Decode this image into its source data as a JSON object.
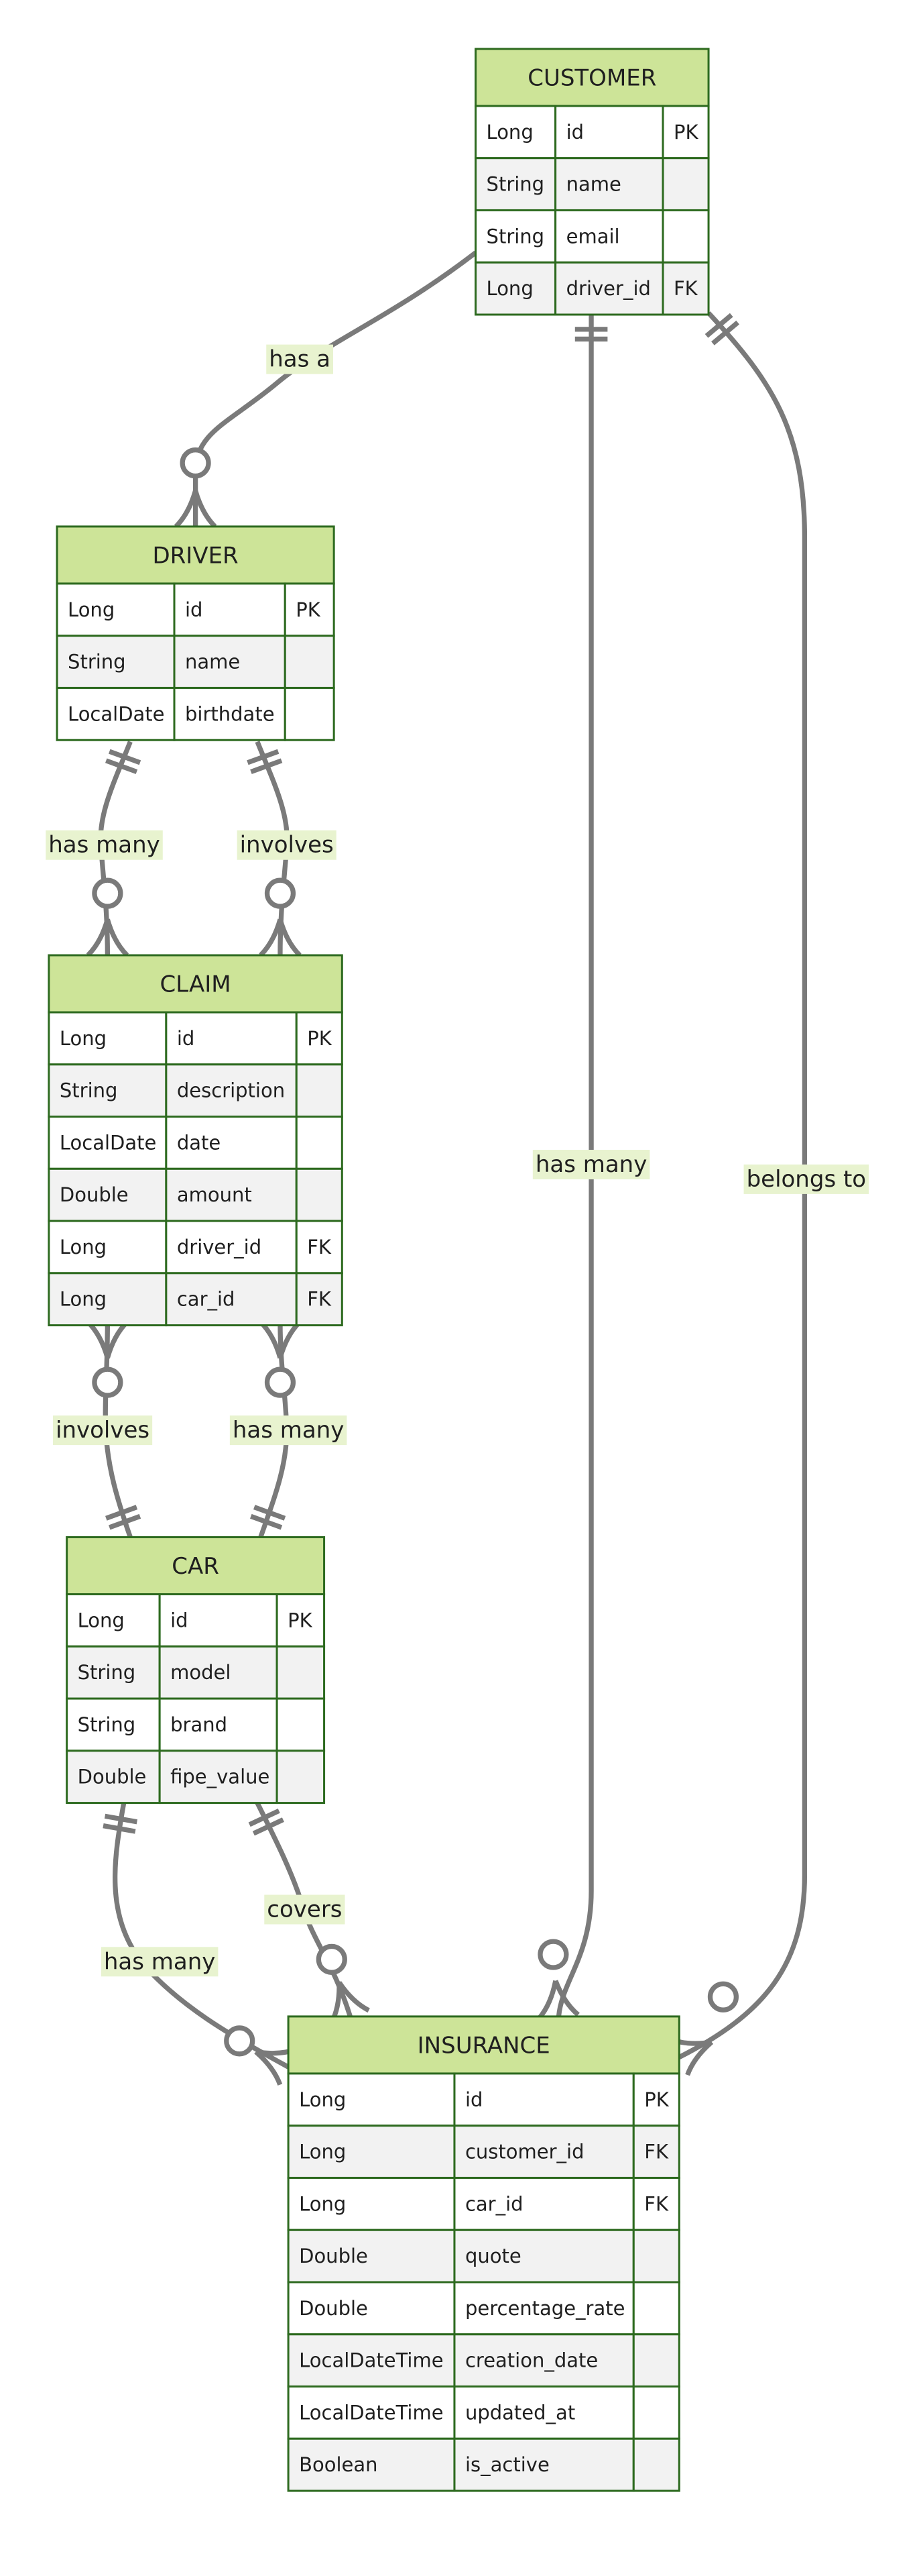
{
  "entities": [
    {
      "id": "customer",
      "title": "CUSTOMER",
      "rows": [
        [
          "Long",
          "id",
          "PK"
        ],
        [
          "String",
          "name",
          ""
        ],
        [
          "String",
          "email",
          ""
        ],
        [
          "Long",
          "driver_id",
          "FK"
        ]
      ]
    },
    {
      "id": "driver",
      "title": "DRIVER",
      "rows": [
        [
          "Long",
          "id",
          "PK"
        ],
        [
          "String",
          "name",
          ""
        ],
        [
          "LocalDate",
          "birthdate",
          ""
        ]
      ]
    },
    {
      "id": "claim",
      "title": "CLAIM",
      "rows": [
        [
          "Long",
          "id",
          "PK"
        ],
        [
          "String",
          "description",
          ""
        ],
        [
          "LocalDate",
          "date",
          ""
        ],
        [
          "Double",
          "amount",
          ""
        ],
        [
          "Long",
          "driver_id",
          "FK"
        ],
        [
          "Long",
          "car_id",
          "FK"
        ]
      ]
    },
    {
      "id": "car",
      "title": "CAR",
      "rows": [
        [
          "Long",
          "id",
          "PK"
        ],
        [
          "String",
          "model",
          ""
        ],
        [
          "String",
          "brand",
          ""
        ],
        [
          "Double",
          "fipe_value",
          ""
        ]
      ]
    },
    {
      "id": "insurance",
      "title": "INSURANCE",
      "rows": [
        [
          "Long",
          "id",
          "PK"
        ],
        [
          "Long",
          "customer_id",
          "FK"
        ],
        [
          "Long",
          "car_id",
          "FK"
        ],
        [
          "Double",
          "quote",
          ""
        ],
        [
          "Double",
          "percentage_rate",
          ""
        ],
        [
          "LocalDateTime",
          "creation_date",
          ""
        ],
        [
          "LocalDateTime",
          "updated_at",
          ""
        ],
        [
          "Boolean",
          "is_active",
          ""
        ]
      ]
    }
  ],
  "relationships": [
    {
      "id": "customer-driver",
      "from": "CUSTOMER",
      "to": "DRIVER",
      "label": "has a"
    },
    {
      "id": "driver-claim-has-many",
      "from": "DRIVER",
      "to": "CLAIM",
      "label": "has many"
    },
    {
      "id": "driver-claim-involves",
      "from": "DRIVER",
      "to": "CLAIM",
      "label": "involves"
    },
    {
      "id": "claim-car-involves",
      "from": "CLAIM",
      "to": "CAR",
      "label": "involves"
    },
    {
      "id": "claim-car-has-many",
      "from": "CLAIM",
      "to": "CAR",
      "label": "has many"
    },
    {
      "id": "car-insurance-covers",
      "from": "CAR",
      "to": "INSURANCE",
      "label": "covers"
    },
    {
      "id": "car-insurance-has-many",
      "from": "CAR",
      "to": "INSURANCE",
      "label": "has many"
    },
    {
      "id": "customer-insurance-has-many",
      "from": "CUSTOMER",
      "to": "INSURANCE",
      "label": "has many"
    },
    {
      "id": "customer-insurance-belongs",
      "from": "CUSTOMER",
      "to": "INSURANCE",
      "label": "belongs to"
    }
  ],
  "colors": {
    "header_fill": "#cde498",
    "border": "#2d6a1f",
    "row_alt_fill": "#f2f2f2",
    "line": "#7a7a7a",
    "label_bg": "#e8f3cf"
  }
}
